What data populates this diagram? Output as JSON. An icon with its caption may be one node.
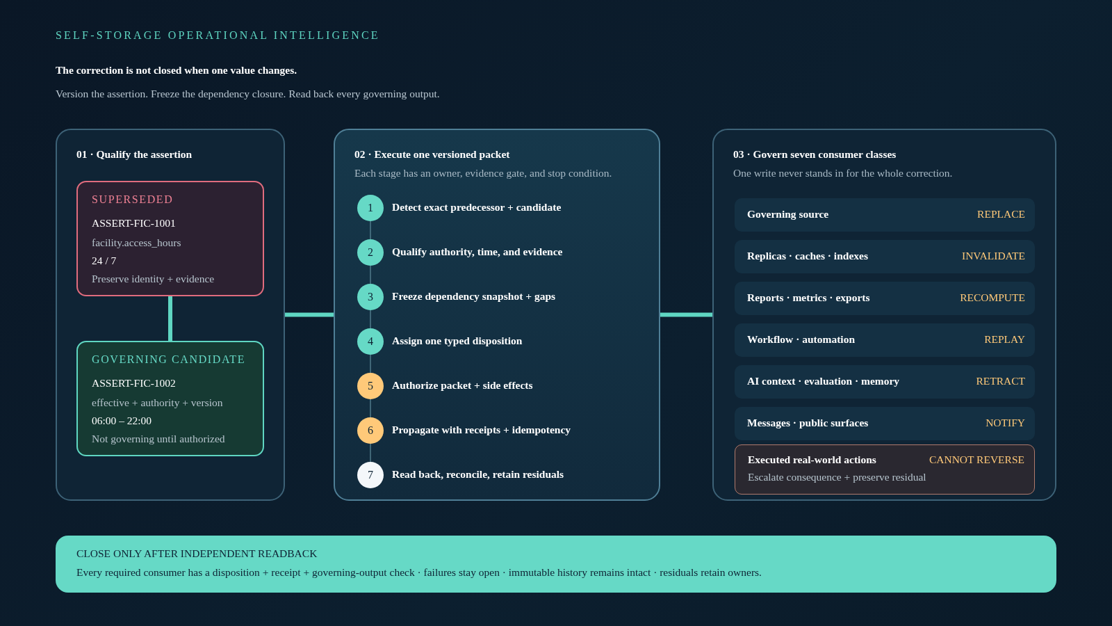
{
  "diagram": {
    "title": "SELF-STORAGE OPERATIONAL INTELLIGENCE",
    "nodes": [
      {
        "text": [
          "01 · Qualify the assertion"
        ]
      },
      {
        "text": [
          "SUPERSEDED",
          "ASSERT-FIC-1001",
          "facility.access_hours",
          "24 / 7",
          "Preserve identity + evidence"
        ],
        "in": 0
      },
      {
        "text": [
          "GOVERNING CANDIDATE",
          "ASSERT-FIC-1002",
          "effective + authority + version",
          "06:00 – 22:00",
          "Not governing until authorized"
        ],
        "in": 0
      },
      {
        "text": [
          "02 · Execute one versioned packet",
          "Each stage has an owner, evidence gate, and stop condition."
        ]
      },
      {
        "text": [
          "1"
        ],
        "beside": [
          "Detect exact predecessor + candidate"
        ],
        "in": 3
      },
      {
        "text": [
          "2"
        ],
        "beside": [
          "Qualify authority, time, and evidence"
        ],
        "in": 3
      },
      {
        "text": [
          "3"
        ],
        "beside": [
          "Freeze dependency snapshot + gaps"
        ],
        "in": 3
      },
      {
        "text": [
          "4"
        ],
        "beside": [
          "Assign one typed disposition"
        ],
        "in": 3
      },
      {
        "text": [
          "5"
        ],
        "beside": [
          "Authorize packet + side effects"
        ],
        "in": 3
      },
      {
        "text": [
          "6"
        ],
        "beside": [
          "Propagate with receipts + idempotency"
        ],
        "in": 3
      },
      {
        "text": [
          "7"
        ],
        "beside": [
          "Read back, reconcile, retain residuals"
        ],
        "in": 3
      },
      {
        "text": [
          "03 · Govern seven consumer classes",
          "One write never stands in for the whole correction."
        ]
      },
      {
        "text": [
          "Governing source",
          "REPLACE"
        ],
        "in": 11
      },
      {
        "text": [
          "Replicas · caches · indexes",
          "INVALIDATE"
        ],
        "in": 11
      },
      {
        "text": [
          "Reports · metrics · exports",
          "RECOMPUTE"
        ],
        "in": 11
      },
      {
        "text": [
          "Workflow · automation",
          "REPLAY"
        ],
        "in": 11
      },
      {
        "text": [
          "AI context · evaluation · memory",
          "RETRACT"
        ],
        "in": 11
      },
      {
        "text": [
          "Messages · public surfaces",
          "NOTIFY"
        ],
        "in": 11
      },
      {
        "text": [
          "Executed real-world actions",
          "CANNOT REVERSE",
          "Escalate consequence + preserve residual"
        ],
        "in": 11
      },
      {
        "text": [
          "CLOSE ONLY AFTER INDEPENDENT READBACK",
          "Every required consumer has a disposition + receipt + governing-output check · failures stay open · immutable history remains intact · residuals retain owners."
        ]
      }
    ],
    "edges": [
      {
        "from": 1,
        "to": 2,
        "arrow": "none",
        "style": "thick",
        "color": "#5fd6c2"
      },
      {
        "from": 0,
        "to": 3,
        "arrow": "none",
        "style": "thick",
        "color": "#5fd6c2"
      },
      {
        "from": 3,
        "to": 11,
        "arrow": "none",
        "style": "thick",
        "color": "#5fd6c2"
      },
      {
        "from": 4,
        "to": 5,
        "arrow": "none"
      },
      {
        "from": 5,
        "to": 6,
        "arrow": "none"
      },
      {
        "from": 6,
        "to": 7,
        "arrow": "none"
      },
      {
        "from": 7,
        "to": 8,
        "arrow": "none"
      },
      {
        "from": 8,
        "to": 9,
        "arrow": "none"
      },
      {
        "from": 9,
        "to": 10,
        "arrow": "none"
      }
    ],
    "labels": [
      "The correction is not closed when one value changes.",
      "Version the assertion. Freeze the dependency closure. Read back every governing output."
    ]
  }
}
